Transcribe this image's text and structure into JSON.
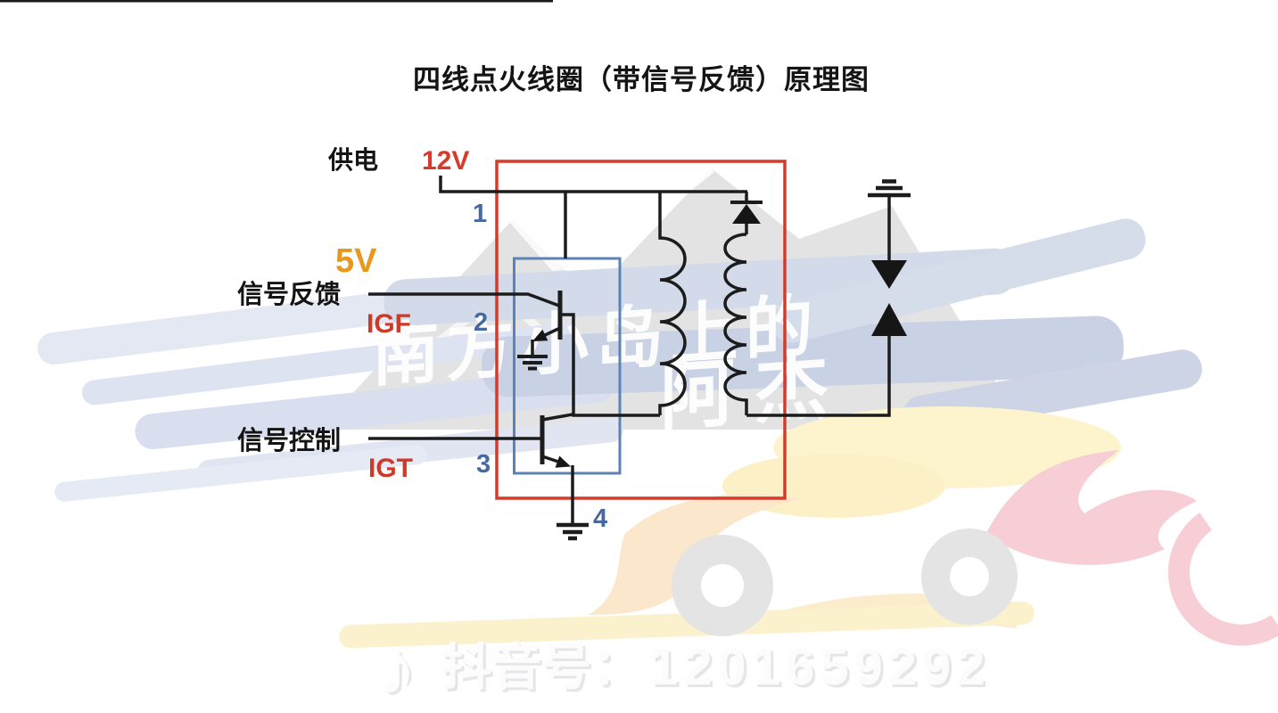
{
  "page": {
    "title": "四线点火线圈（带信号反馈）原理图"
  },
  "pins": {
    "supply": {
      "label": "供电",
      "voltage": "12V",
      "number": "1"
    },
    "feedback": {
      "label": "信号反馈",
      "voltage": "5V",
      "signal": "IGF",
      "number": "2"
    },
    "control": {
      "label": "信号控制",
      "signal": "IGT",
      "number": "3"
    },
    "ground": {
      "number": "4"
    }
  },
  "colors": {
    "wire": "#1c1c1c",
    "module_box": "#d63a2a",
    "igniter_box": "#5c83b6",
    "pin_number": "#46699f",
    "v12": "#d63a2a",
    "v5": "#e8981c",
    "signal_name": "#cf3a28",
    "title_text": "#141414"
  },
  "watermark": {
    "brand_line1": "南方小岛上的",
    "brand_line2": "阿杰",
    "logo": "douyin-note-icon",
    "account_prefix": "抖音号：",
    "account_id": "1201659292"
  }
}
